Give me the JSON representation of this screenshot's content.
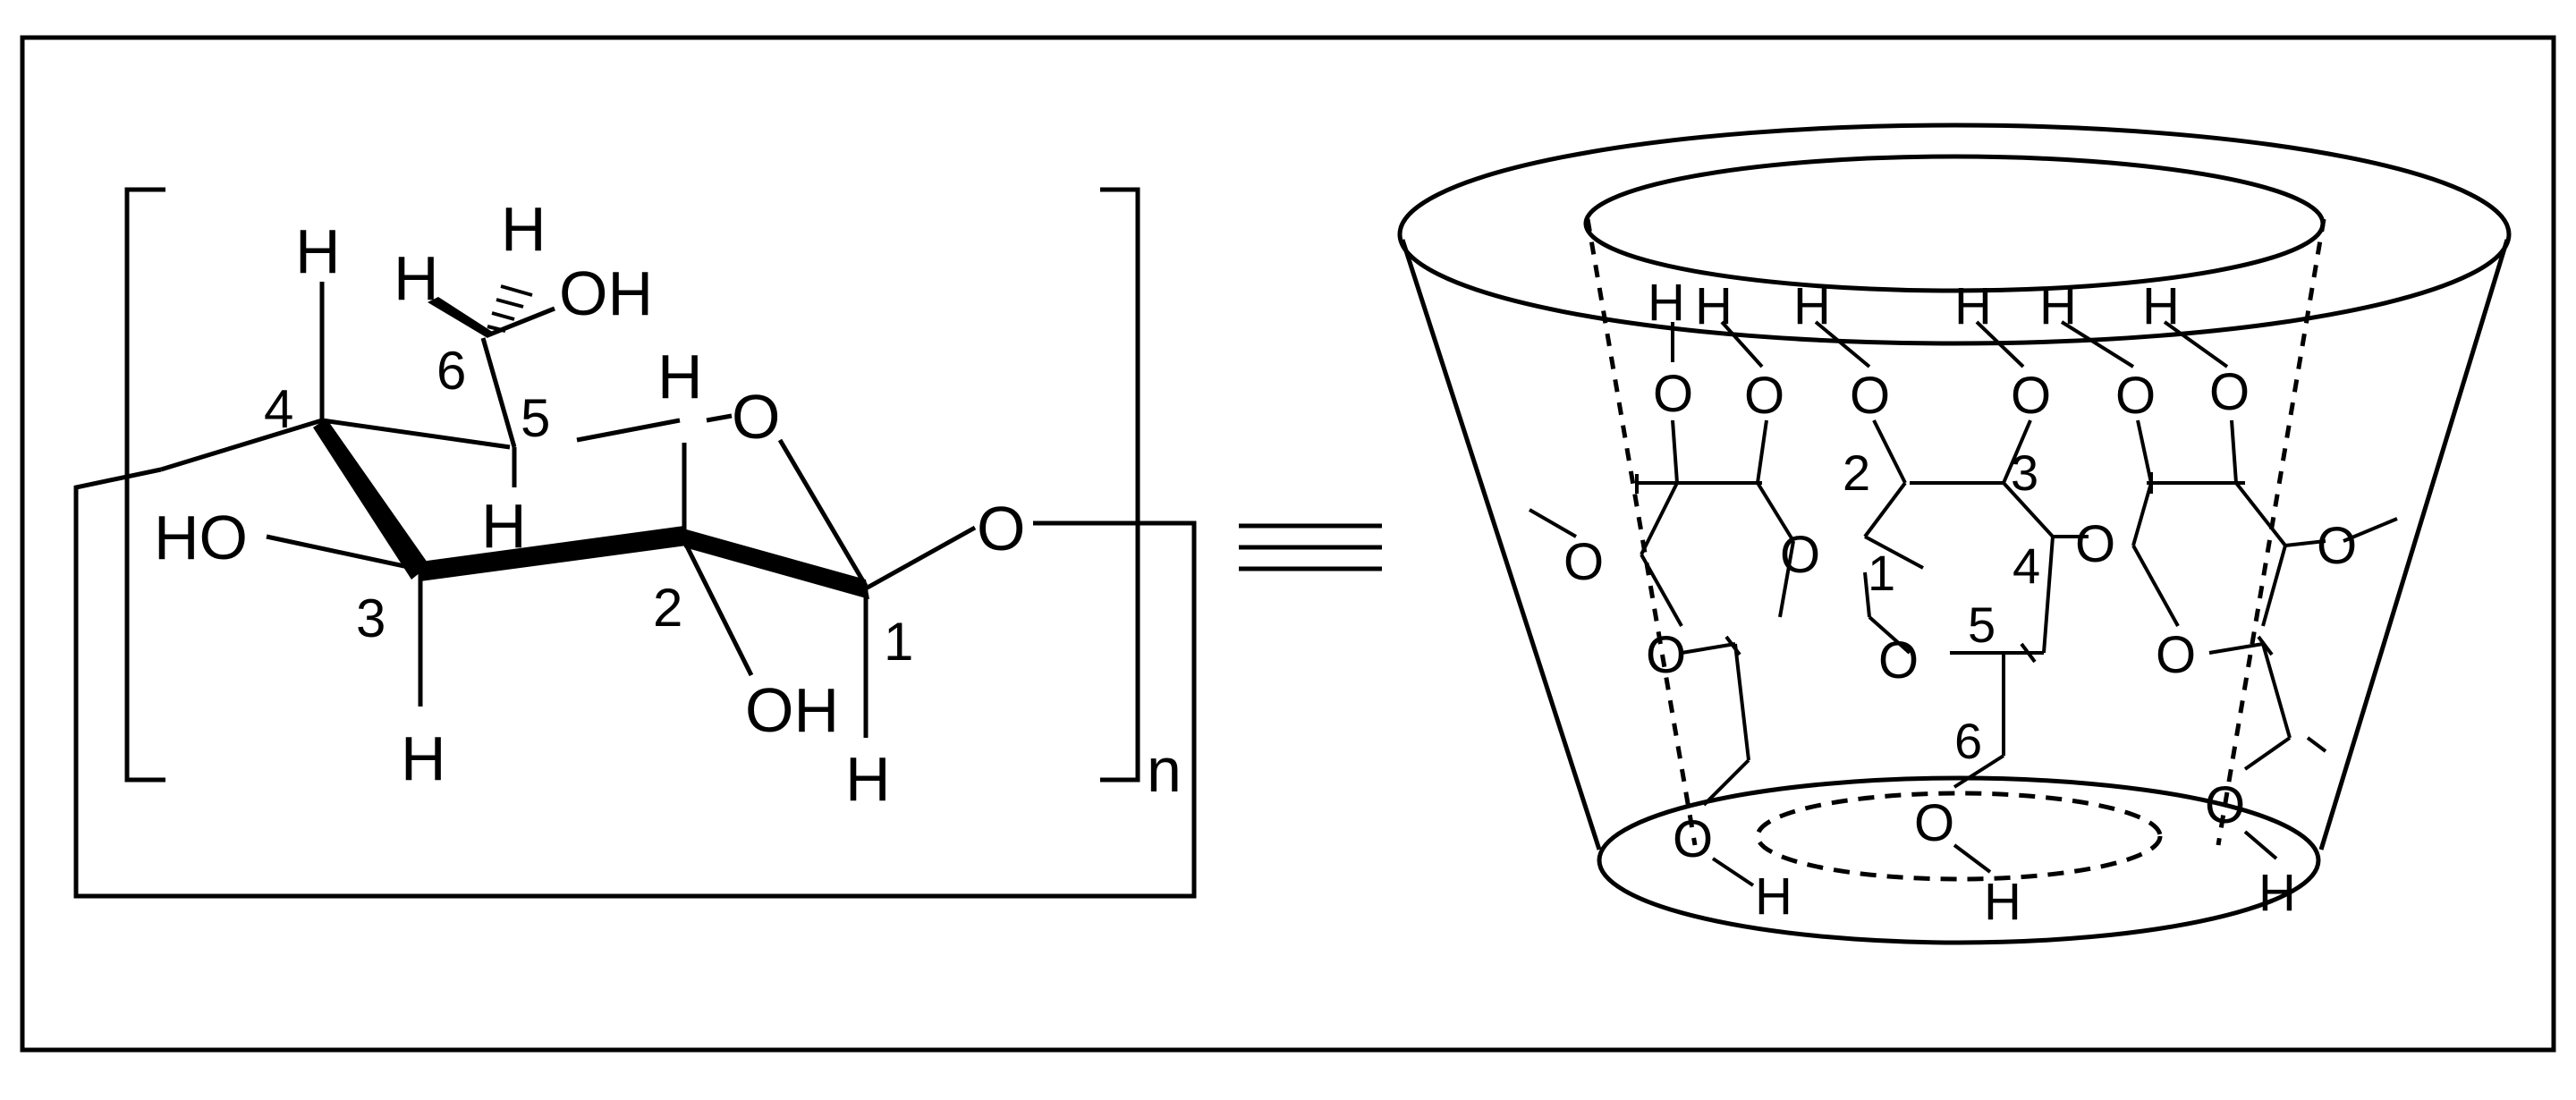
{
  "left_structure": {
    "atoms": {
      "h_top_c4": "H",
      "h_top_c6": "H",
      "h_left_c6": "H",
      "oh_c6": "OH",
      "h_ring_o": "H",
      "o_ring": "O",
      "h_c5_below": "H",
      "ho_c3": "HO",
      "h_c3_below": "H",
      "oh_c2": "OH",
      "h_c1_below": "H",
      "o_glycosidic": "O"
    },
    "numbers": {
      "c1": "1",
      "c2": "2",
      "c3": "3",
      "c4": "4",
      "c5": "5",
      "c6": "6"
    },
    "subscript": "n"
  },
  "right_structure": {
    "h_top": [
      "H",
      "H",
      "H",
      "H",
      "H",
      "H"
    ],
    "o_top_row": [
      "O",
      "O",
      "O",
      "O",
      "O",
      "O"
    ],
    "o_middle": [
      "O",
      "O",
      "O",
      "O"
    ],
    "o_lower": [
      "O",
      "O",
      "O"
    ],
    "o_bottom": [
      "O",
      "O",
      "O"
    ],
    "h_bottom": [
      "H",
      "H",
      "H"
    ],
    "numbers": {
      "c1": "1",
      "c2": "2",
      "c3": "3",
      "c4": "4",
      "c5": "5",
      "c6": "6"
    }
  },
  "equivalence_symbol": "≡"
}
